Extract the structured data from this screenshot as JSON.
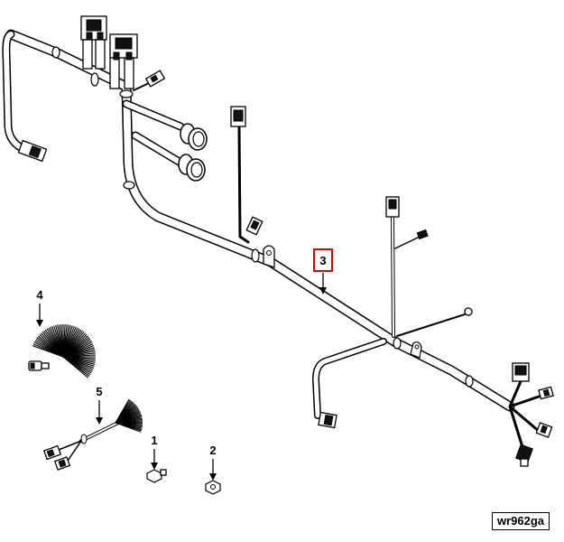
{
  "callouts": [
    {
      "id": "1",
      "label": "1"
    },
    {
      "id": "2",
      "label": "2"
    },
    {
      "id": "3",
      "label": "3",
      "highlighted": true,
      "highlight_color": "#d40000"
    },
    {
      "id": "4",
      "label": "4"
    },
    {
      "id": "5",
      "label": "5"
    }
  ],
  "figure_ref": "wr962ga"
}
